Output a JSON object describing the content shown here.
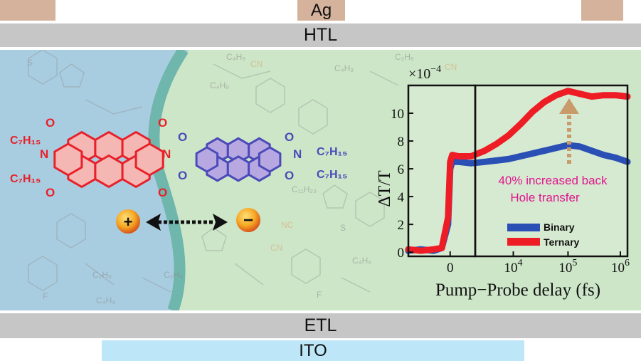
{
  "layers": {
    "top_electrode": "Ag",
    "hole_transport": "HTL",
    "electron_transport": "ETL",
    "bottom_electrode": "ITO"
  },
  "charges": {
    "hole_symbol": "+",
    "electron_symbol": "−"
  },
  "molecule": {
    "alkyl_top": "C₇H₁₅",
    "alkyl_bottom": "C₇H₁₅",
    "n_label": "N",
    "o_label": "O"
  },
  "background_labels": {
    "c4h9": "C₄H₉",
    "c2h5": "C₂H₅",
    "c11h23": "C₁₁H₂₃",
    "cn": "CN",
    "nc": "NC",
    "s": "S",
    "f": "F"
  },
  "colors": {
    "donor_region": "#a9cde0",
    "acceptor_region": "#cde6c8",
    "interface": "#6fb6ac",
    "red_molecule": "#e8202a",
    "blue_molecule": "#4a4ab8",
    "binary": "#2a4fb5",
    "ternary": "#ee1c25",
    "annotation": "#e0158e",
    "arrow": "#c99a6a"
  },
  "chart_data": {
    "type": "scatter",
    "xlabel": "Pump−Probe delay (fs)",
    "ylabel": "ΔT/T",
    "y_multiplier": "×10",
    "y_multiplier_exp": "−4",
    "ylim": [
      -0.3,
      12
    ],
    "yticks": [
      "0",
      "2",
      "4",
      "6",
      "8",
      "10"
    ],
    "xticks": [
      "0",
      "10",
      "10",
      "10"
    ],
    "xtick_exponents": [
      "",
      "4",
      "5",
      "6"
    ],
    "annotation_line1": "40% increased back",
    "annotation_line2": "Hole transfer",
    "legend": [
      "Binary",
      "Ternary"
    ],
    "series": [
      {
        "name": "Binary",
        "points": [
          [
            0.0,
            0.1
          ],
          [
            0.3,
            0.2
          ],
          [
            0.6,
            0.1
          ],
          [
            0.8,
            0.3
          ],
          [
            0.95,
            2.0
          ],
          [
            1.0,
            6.0
          ],
          [
            1.05,
            6.5
          ],
          [
            1.2,
            6.5
          ],
          [
            1.5,
            6.4
          ],
          [
            2.0,
            6.5
          ],
          [
            2.5,
            6.6
          ],
          [
            3.0,
            6.7
          ],
          [
            3.5,
            6.9
          ],
          [
            4.0,
            7.1
          ],
          [
            4.5,
            7.3
          ],
          [
            5.0,
            7.5
          ],
          [
            5.5,
            7.7
          ],
          [
            6.0,
            7.6
          ],
          [
            6.5,
            7.3
          ],
          [
            7.0,
            7.0
          ],
          [
            7.5,
            6.8
          ],
          [
            8.0,
            6.5
          ]
        ]
      },
      {
        "name": "Ternary",
        "points": [
          [
            0.0,
            0.2
          ],
          [
            0.3,
            0.1
          ],
          [
            0.6,
            0.2
          ],
          [
            0.8,
            0.3
          ],
          [
            0.95,
            2.5
          ],
          [
            1.0,
            6.5
          ],
          [
            1.05,
            7.0
          ],
          [
            1.2,
            6.9
          ],
          [
            1.5,
            6.9
          ],
          [
            2.0,
            7.3
          ],
          [
            2.5,
            7.8
          ],
          [
            3.0,
            8.4
          ],
          [
            3.5,
            9.2
          ],
          [
            4.0,
            10.1
          ],
          [
            4.5,
            10.8
          ],
          [
            5.0,
            11.3
          ],
          [
            5.5,
            11.6
          ],
          [
            6.0,
            11.4
          ],
          [
            6.5,
            11.2
          ],
          [
            7.0,
            11.3
          ],
          [
            7.5,
            11.3
          ],
          [
            8.0,
            11.2
          ]
        ]
      }
    ]
  }
}
